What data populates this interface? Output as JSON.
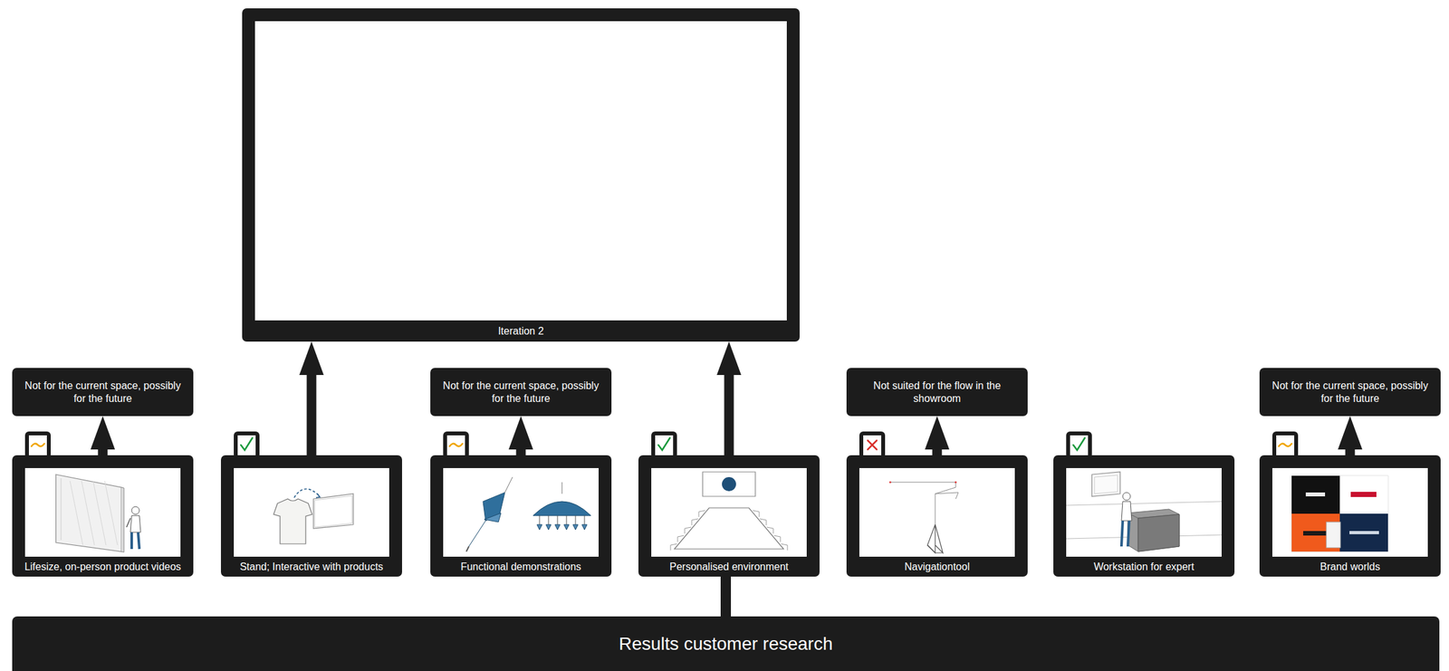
{
  "diagram": {
    "nodes": [
      {
        "text": [
          "Iteration 2"
        ]
      },
      {
        "text": [
          "Not for the current space, possibly for the future"
        ]
      },
      {
        "text": [
          "Not for the current space, possibly for the future"
        ]
      },
      {
        "text": [
          "Not suited for the flow in the showroom"
        ]
      },
      {
        "text": [
          "Not for the current space, possibly for the future"
        ]
      },
      {
        "text": [
          "Lifesize, on-person product videos"
        ]
      },
      {
        "text": [
          "Stand; Interactive with products"
        ]
      },
      {
        "text": [
          "Functional demonstrations"
        ]
      },
      {
        "text": [
          "Personalised environment"
        ]
      },
      {
        "text": [
          "Navigationtool"
        ]
      },
      {
        "text": [
          "Workstation for expert"
        ]
      },
      {
        "text": [
          "Brand worlds"
        ]
      },
      {
        "text": [
          "Results customer research"
        ]
      }
    ],
    "edges": [
      {
        "from": 12,
        "to": 5,
        "arrow": "none"
      },
      {
        "from": 12,
        "to": 6,
        "arrow": "none"
      },
      {
        "from": 12,
        "to": 7,
        "arrow": "none"
      },
      {
        "from": 12,
        "to": 8,
        "arrow": "none"
      },
      {
        "from": 12,
        "to": 9,
        "arrow": "none"
      },
      {
        "from": 12,
        "to": 10,
        "arrow": "none"
      },
      {
        "from": 12,
        "to": 11,
        "arrow": "none"
      },
      {
        "from": 5,
        "to": 1,
        "arrow": "to"
      },
      {
        "from": 6,
        "to": 0,
        "arrow": "to"
      },
      {
        "from": 7,
        "to": 2,
        "arrow": "to"
      },
      {
        "from": 8,
        "to": 0,
        "arrow": "to"
      },
      {
        "from": 9,
        "to": 3,
        "arrow": "to"
      },
      {
        "from": 11,
        "to": 4,
        "arrow": "to"
      }
    ]
  }
}
